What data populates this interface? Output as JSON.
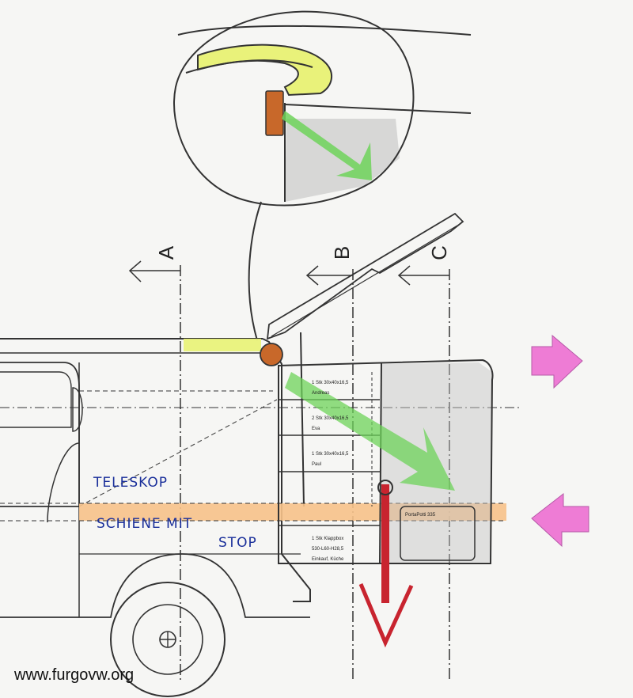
{
  "sections": {
    "a": "A",
    "b": "B",
    "c": "C"
  },
  "annotations": {
    "teleskop": "TELESKOP",
    "schiene_line1": "SCHIENE MIT",
    "schiene_line2": "STOP"
  },
  "drawers": {
    "drawer1_line1": "1 Stk 30x40x16,5",
    "drawer1_line2": "Andreas",
    "drawer2_line1": "2 Stk 30x40x16,5",
    "drawer2_line2": "Eva",
    "drawer3_line1": "1 Stk 30x40x16,5",
    "drawer3_line2": "Paul",
    "klappbox_line1": "1 Stk Klappbox",
    "klappbox_line2": "530-L60-H28,5",
    "klappbox_line3": "Einkauf, Küche",
    "porta_potti": "PortaPotti 335"
  },
  "watermark": "www.furgovw.org",
  "colors": {
    "highlight_yellow": "#e9f27a",
    "rail_orange": "#f7c28a",
    "hinge_brown": "#c8682a",
    "arrow_green": "#6ed35a",
    "arrow_magenta": "#ee6fd2",
    "arrow_red": "#c8242f",
    "pencil": "#333333",
    "ink_blue": "#1a2f9a"
  }
}
